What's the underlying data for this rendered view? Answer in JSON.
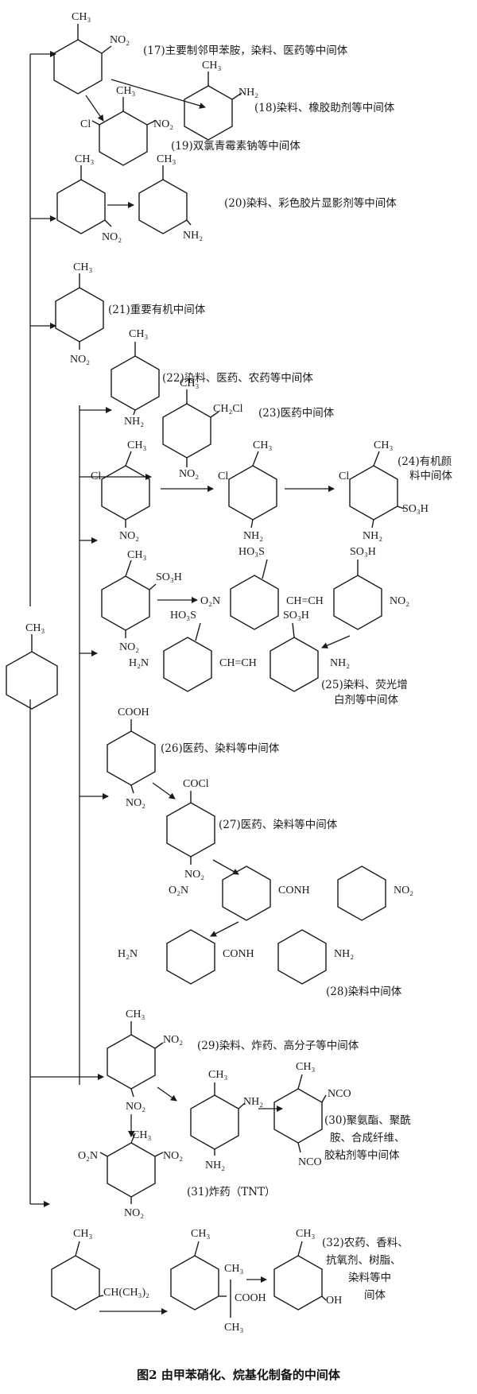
{
  "caption": "图2  由甲苯硝化、烷基化制备的中间体",
  "groups": {
    "ch3": "CH₃",
    "no2": "NO₂",
    "nh2": "NH₂",
    "cl": "Cl",
    "ch2cl": "CH₂Cl",
    "so3h": "SO₃H",
    "ho3s": "HO₃S",
    "o2n": "O₂N",
    "cooh": "COOH",
    "cocl": "COCl",
    "conh": "CONH",
    "h2n": "H₂N",
    "nco": "NCO",
    "ch_ch": "CH=CH",
    "ch_ch3_2": "CH(CH₃)₂",
    "oh": "OH",
    "c_cooh": "COOH"
  },
  "labels": {
    "l17": "(17)主要制邻甲苯胺，染料、医药等中间体",
    "l18": "(18)染料、橡胶助剂等中间体",
    "l19": "(19)双氯青霉素钠等中间体",
    "l20": "(20)染料、彩色胶片显影剂等中间体",
    "l21": "(21)重要有机中间体",
    "l22": "(22)染料、医药、农药等中间体",
    "l23": "(23)医药中间体",
    "l24a": "(24)有机颜",
    "l24b": "料中间体",
    "l25a": "(25)染料、荧光增",
    "l25b": "白剂等中间体",
    "l26": "(26)医药、染料等中间体",
    "l27": "(27)医药、染料等中间体",
    "l28": "(28)染料中间体",
    "l29": "(29)染料、炸药、高分子等中间体",
    "l30a": "(30)聚氨酯、聚酰",
    "l30b": "胺、合成纤维、",
    "l30c": "胶粘剂等中间体",
    "l31": "(31)炸药（TNT）",
    "l32a": "(32)农药、香料、",
    "l32b": "抗氧剂、树脂、",
    "l32c": "染料等中",
    "l32d": "间体"
  }
}
